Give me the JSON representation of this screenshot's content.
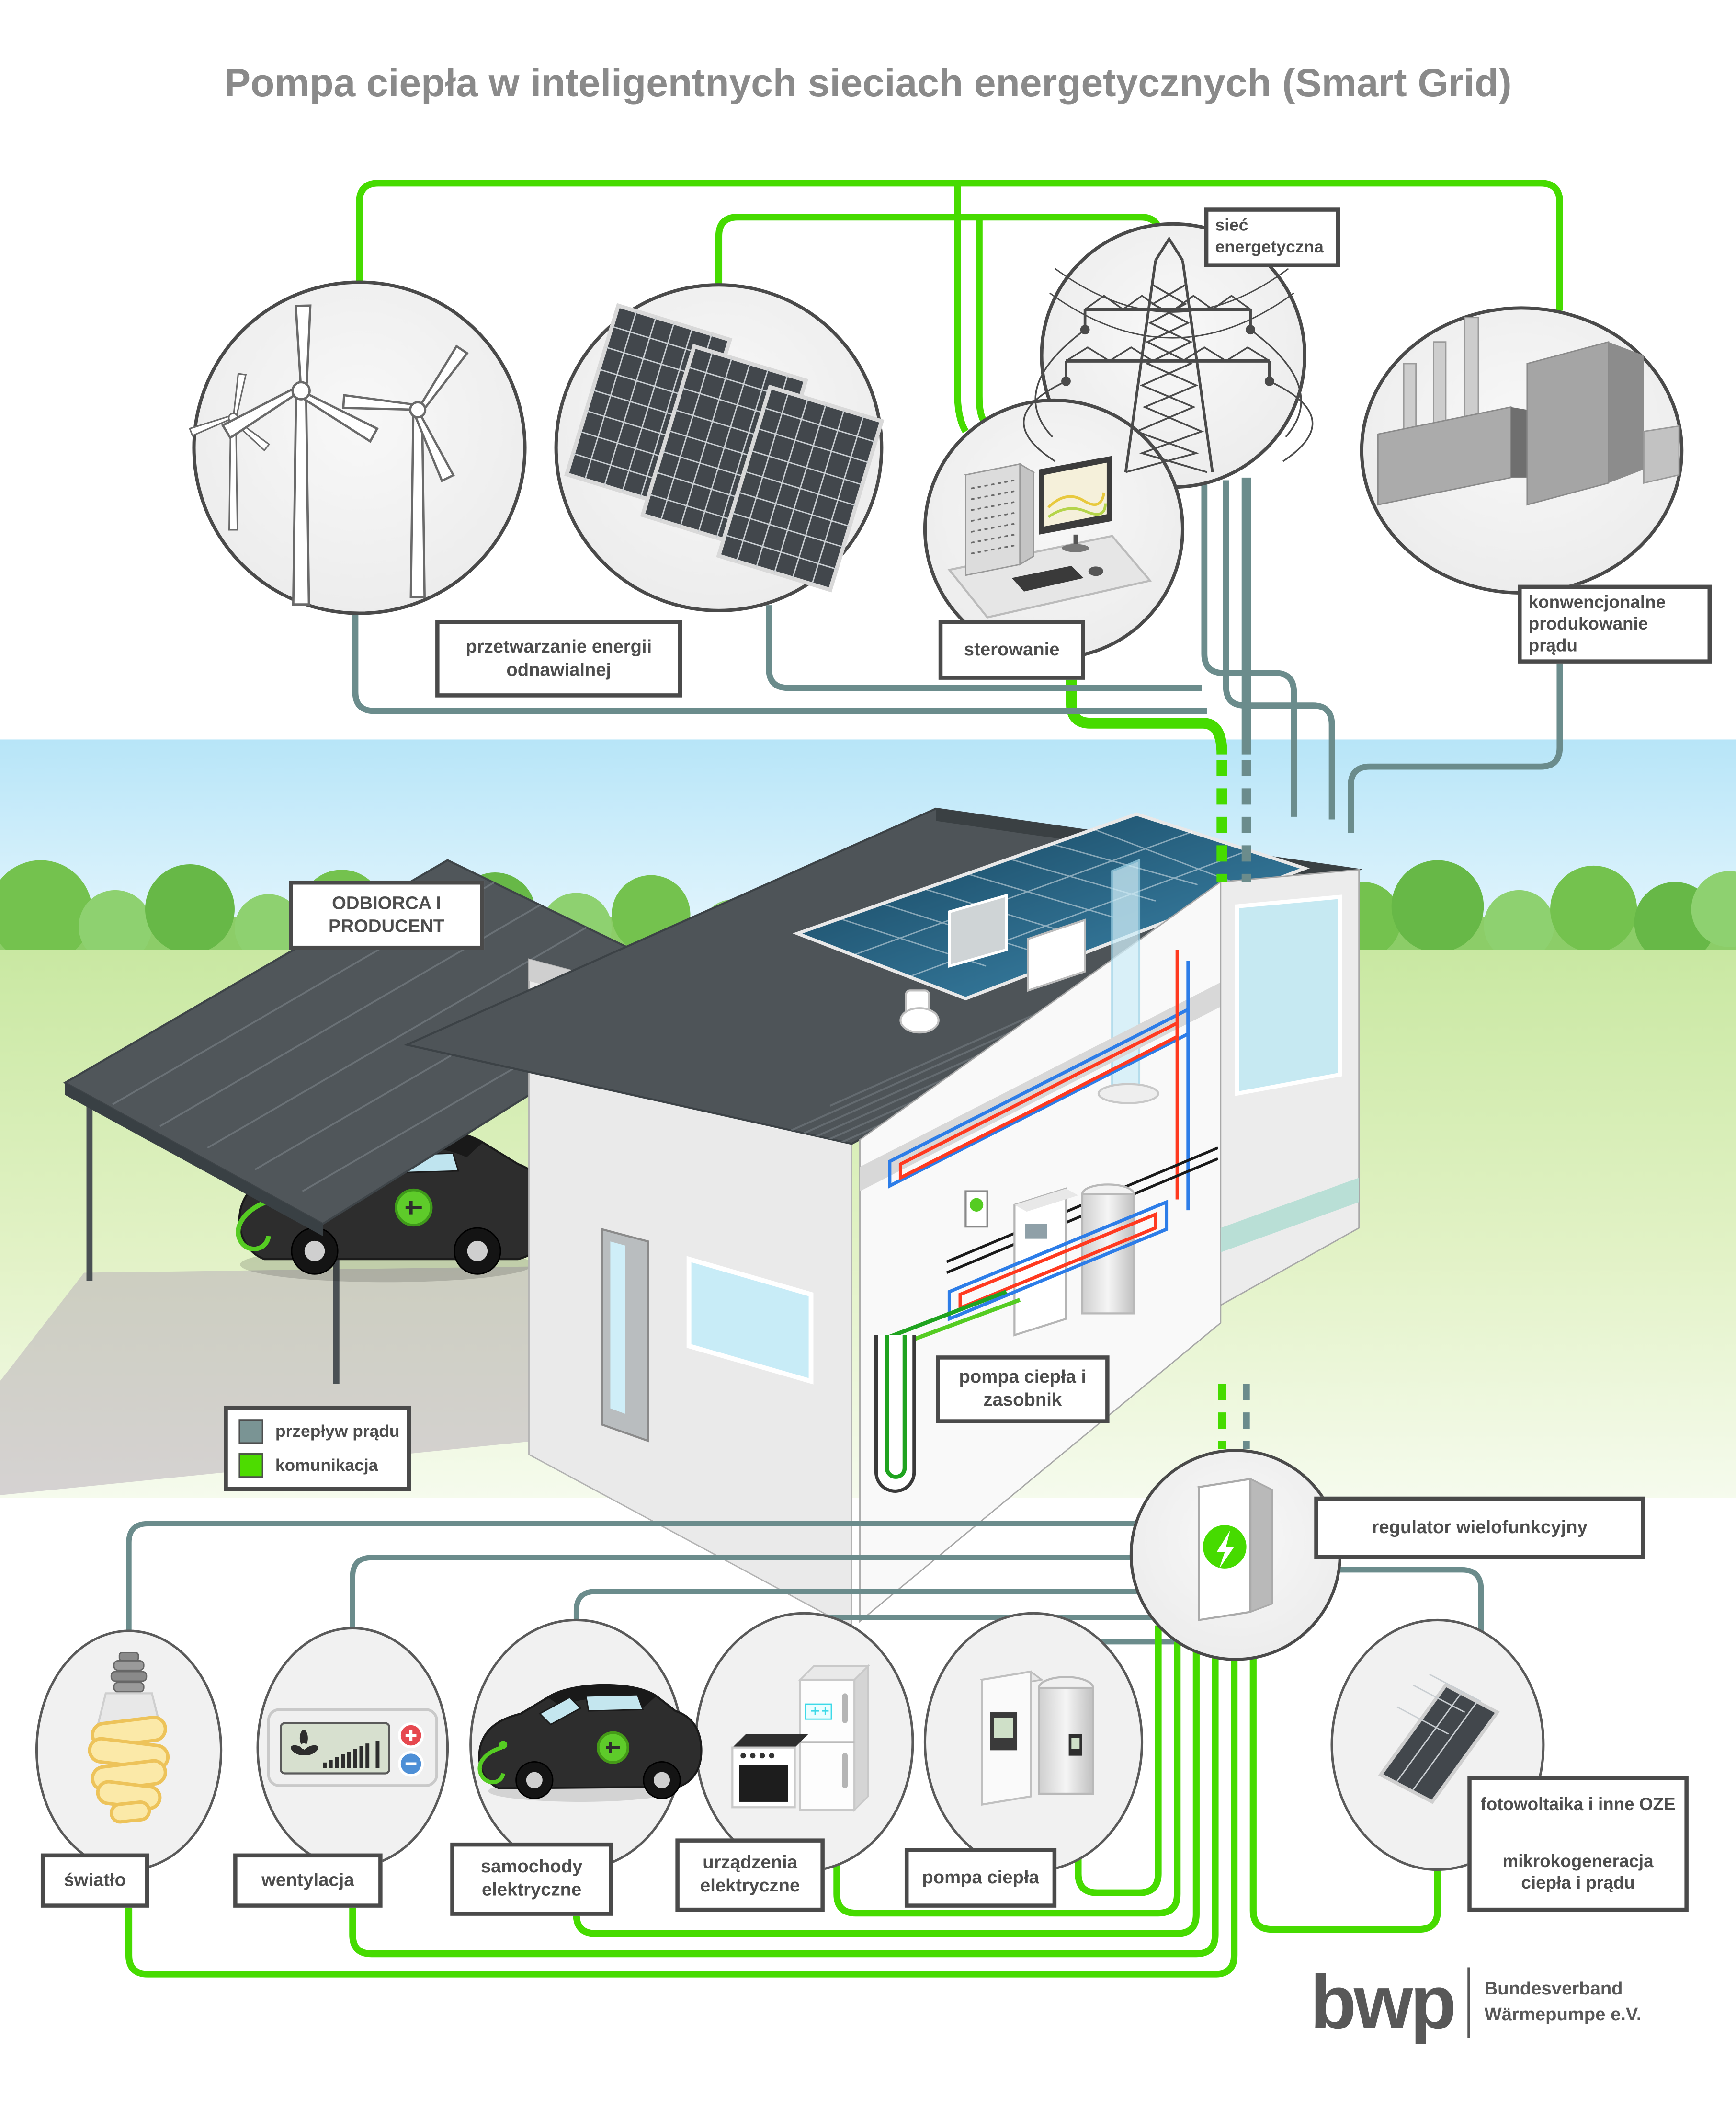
{
  "title": "Pompa ciepła w inteligentnych sieciach energetycznych (Smart Grid)",
  "legend": {
    "power_flow": "przepływ prądu",
    "communication": "komunikacja"
  },
  "labels": {
    "renewables": "przetwarzanie energii odnawialnej",
    "control": "sterowanie",
    "grid": "sieć energetyczna",
    "conventional": "konwencjonalne produkowanie prądu",
    "consumer_producer": "ODBIORCA I PRODUCENT",
    "heat_pump_storage": "pompa ciepła i zasobnik",
    "regulator": "regulator wielofunkcyjny",
    "light": "światło",
    "ventilation": "wentylacja",
    "electric_cars": "samochody elektryczne",
    "electric_appliances": "urządzenia elektryczne",
    "heat_pump": "pompa ciepła",
    "pv_oze": "fotowoltaika i inne OZE",
    "microgeneration": "mikrokogeneracja ciepła i prądu"
  },
  "logo": {
    "abbr": "bwp",
    "org_line1": "Bundesverband",
    "org_line2": "Wärmepumpe e.V."
  },
  "colors": {
    "communication_green": "#46db00",
    "power_flow_gray": "#6b8c8c",
    "accent_green": "#55cc22",
    "title_gray": "#8a8a8a",
    "label_border": "#4a4a4a"
  },
  "icons": [
    "wind-turbines-icon",
    "solar-panels-icon",
    "control-computer-icon",
    "power-grid-pylon-icon",
    "power-plant-icon",
    "house-cutaway-illustration",
    "electric-car-icon",
    "borehole-probe-icon",
    "light-bulb-icon",
    "ventilation-control-icon",
    "appliances-icon",
    "heat-pump-units-icon",
    "multifunction-regulator-icon",
    "pv-panel-icon",
    "bwp-logo"
  ]
}
